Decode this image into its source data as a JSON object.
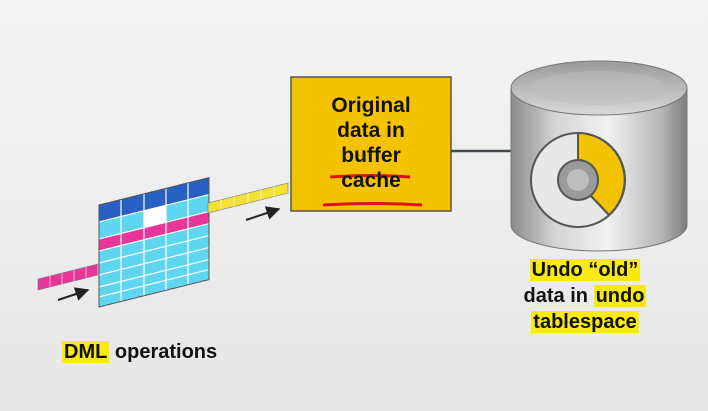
{
  "buffer_cache": {
    "lines": [
      "Original",
      "data in",
      "buffer",
      "cache"
    ]
  },
  "undo_tablespace": {
    "line1": "Undo “old”",
    "line2_prefix": "data in ",
    "line2_hl": "undo",
    "line3": "tablespace"
  },
  "dml": {
    "hl": "DML",
    "rest": " operations"
  },
  "colors": {
    "box_fill": "#f4c300",
    "highlight": "#f7ea14",
    "underline": "#d9131a",
    "row_magenta": "#e8359a",
    "row_yellow": "#f5e135",
    "grid_cyan": "#5fd6f0",
    "grid_blue": "#2a5fc4"
  }
}
